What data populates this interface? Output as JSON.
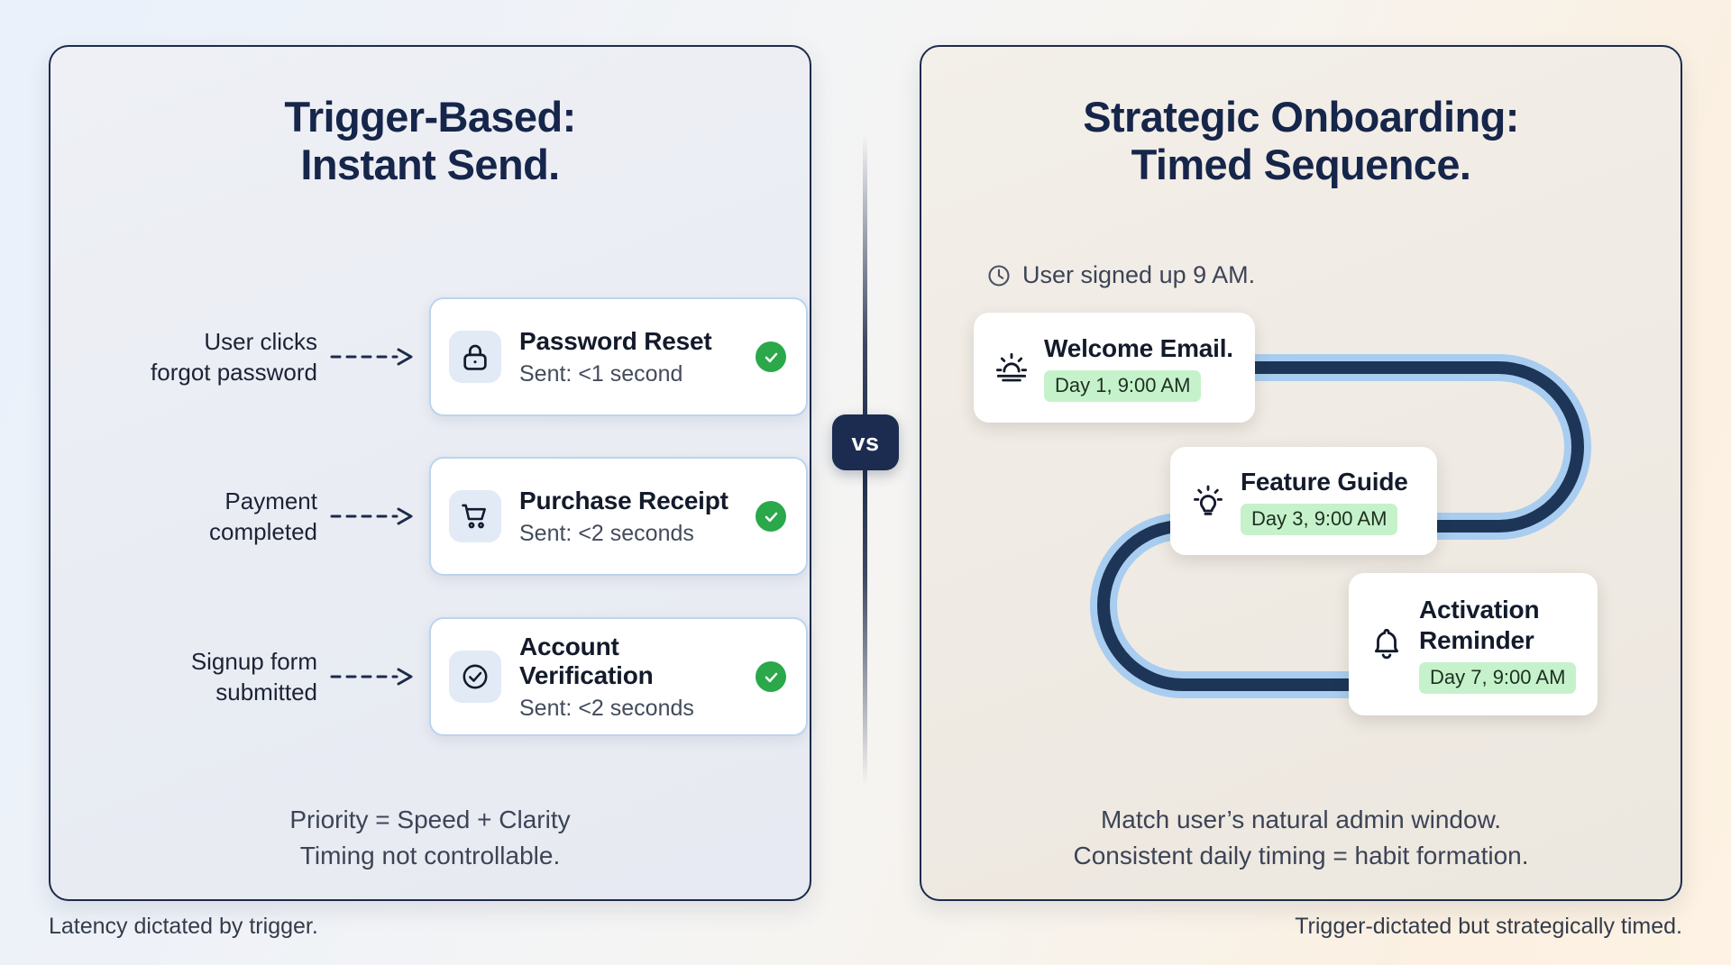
{
  "page": {
    "bg_left": "#eaf1fb",
    "bg_right": "#fdf2e3",
    "navy": "#1d2b4a",
    "green": "#2aa84a",
    "pill_green": "#c6f2cb",
    "path_dark": "#1d3557",
    "path_halo": "#a8cdf0"
  },
  "divider": {
    "label": "vs"
  },
  "left_panel": {
    "title_line1": "Trigger-Based:",
    "title_line2": "Instant Send.",
    "rows": [
      {
        "trigger_line1": "User clicks",
        "trigger_line2": "forgot password",
        "icon": "lock-icon",
        "title": "Password Reset",
        "subtitle": "Sent: <1 second",
        "status": "check-circle-badge"
      },
      {
        "trigger_line1": "Payment",
        "trigger_line2": "completed",
        "icon": "shopping-cart-icon",
        "title": "Purchase Receipt",
        "subtitle": "Sent: <2 seconds",
        "status": "check-circle-badge"
      },
      {
        "trigger_line1": "Signup form",
        "trigger_line2": "submitted",
        "icon": "check-circle-outline-icon",
        "title": "Account Verification",
        "subtitle": "Sent: <2 seconds",
        "status": "check-circle-badge"
      }
    ],
    "footnote_line1": "Priority = Speed + Clarity",
    "footnote_line2": "Timing not controllable.",
    "caption": "Latency dictated by trigger."
  },
  "right_panel": {
    "title_line1": "Strategic Onboarding:",
    "title_line2": "Timed Sequence.",
    "signup_note": "User signed up 9 AM.",
    "signup_icon": "clock-icon",
    "steps": [
      {
        "icon": "sunrise-icon",
        "title": "Welcome Email.",
        "schedule": "Day 1, 9:00 AM"
      },
      {
        "icon": "lightbulb-icon",
        "title": "Feature Guide",
        "schedule": "Day 3, 9:00 AM"
      },
      {
        "icon": "bell-icon",
        "title_line1": "Activation",
        "title_line2": "Reminder",
        "schedule": "Day 7, 9:00 AM"
      }
    ],
    "footnote_line1": "Match user’s natural admin window.",
    "footnote_line2": "Consistent daily timing = habit formation.",
    "caption": "Trigger-dictated but strategically timed."
  }
}
